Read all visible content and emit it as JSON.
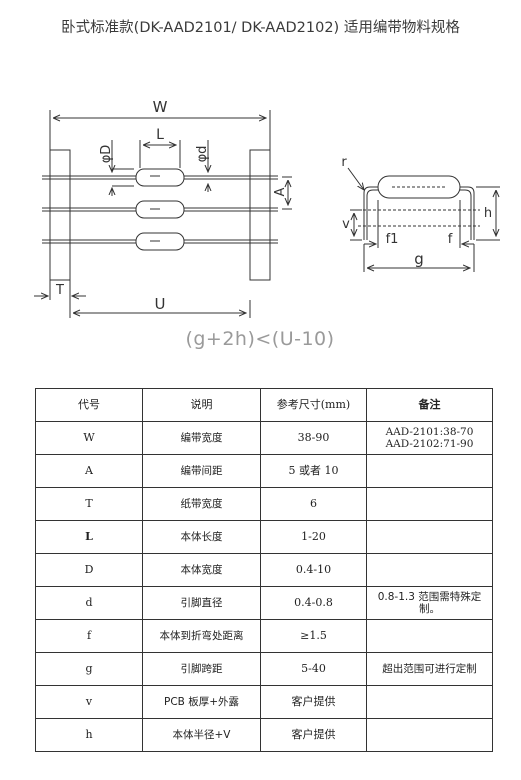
{
  "title": "卧式标准款(DK-AAD2101/ DK-AAD2102)  适用编带物料规格",
  "diagram": {
    "labels": {
      "W": "W",
      "L": "L",
      "phiD": "φD",
      "phid": "φd",
      "A": "A",
      "T": "T",
      "U": "U",
      "r": "r",
      "v": "v",
      "f1": "f1",
      "f": "f",
      "h": "h",
      "g": "g"
    },
    "formula": "(g+2h)<(U-10)"
  },
  "table": {
    "headers": [
      "代号",
      "说明",
      "参考尺寸(mm)",
      "备注"
    ],
    "rows": [
      {
        "code": "W",
        "desc": "编带宽度",
        "size": "38-90",
        "note": [
          "AAD-2101:38-70",
          "AAD-2102:71-90"
        ]
      },
      {
        "code": "A",
        "desc": "编带间距",
        "size": "5 或者 10",
        "note": []
      },
      {
        "code": "T",
        "desc": "纸带宽度",
        "size": "6",
        "note": []
      },
      {
        "code": "L",
        "desc": "本体长度",
        "size": "1-20",
        "note": []
      },
      {
        "code": "D",
        "desc": "本体宽度",
        "size": "0.4-10",
        "note": []
      },
      {
        "code": "d",
        "desc": "引脚直径",
        "size": "0.4-0.8",
        "note": [
          "0.8-1.3 范围需特殊定",
          "制。"
        ]
      },
      {
        "code": "f",
        "desc": "本体到折弯处距离",
        "size": "≥1.5",
        "note": []
      },
      {
        "code": "g",
        "desc": "引脚跨距",
        "size": "5-40",
        "note": [
          "超出范围可进行定制"
        ]
      },
      {
        "code": "v",
        "desc": "PCB 板厚+外露",
        "size": "客户提供",
        "note": []
      },
      {
        "code": "h",
        "desc": "本体半径+V",
        "size": "客户提供",
        "note": []
      }
    ]
  }
}
